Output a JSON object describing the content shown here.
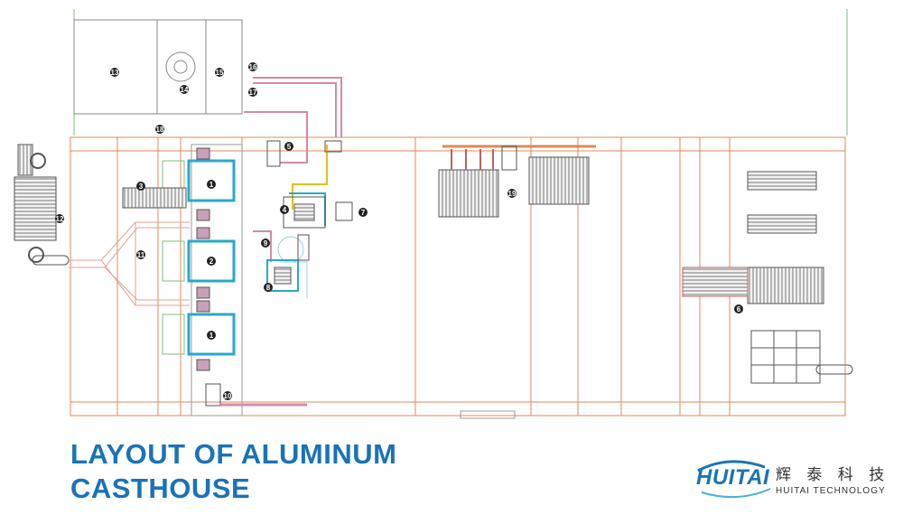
{
  "title": {
    "line1": "LAYOUT OF ALUMINUM",
    "line2": "CASTHOUSE"
  },
  "logo": {
    "wordmark": "HUITAI",
    "chinese": "辉 泰 科 技",
    "english": "HUITAI TECHNOLOGY"
  },
  "callouts": [
    "1",
    "2",
    "1",
    "3",
    "4",
    "5",
    "6",
    "7",
    "8",
    "9",
    "10",
    "11",
    "12",
    "13",
    "14",
    "15",
    "16",
    "17",
    "18",
    "19"
  ],
  "colors": {
    "title": "#1a73b8",
    "grid": "#e08a5a",
    "site_boundary": "#7dbf7d",
    "equipment": "#555555",
    "furnace_frame": "#29a9c9",
    "pipe": "#d48aa8",
    "callout": "#222222"
  }
}
